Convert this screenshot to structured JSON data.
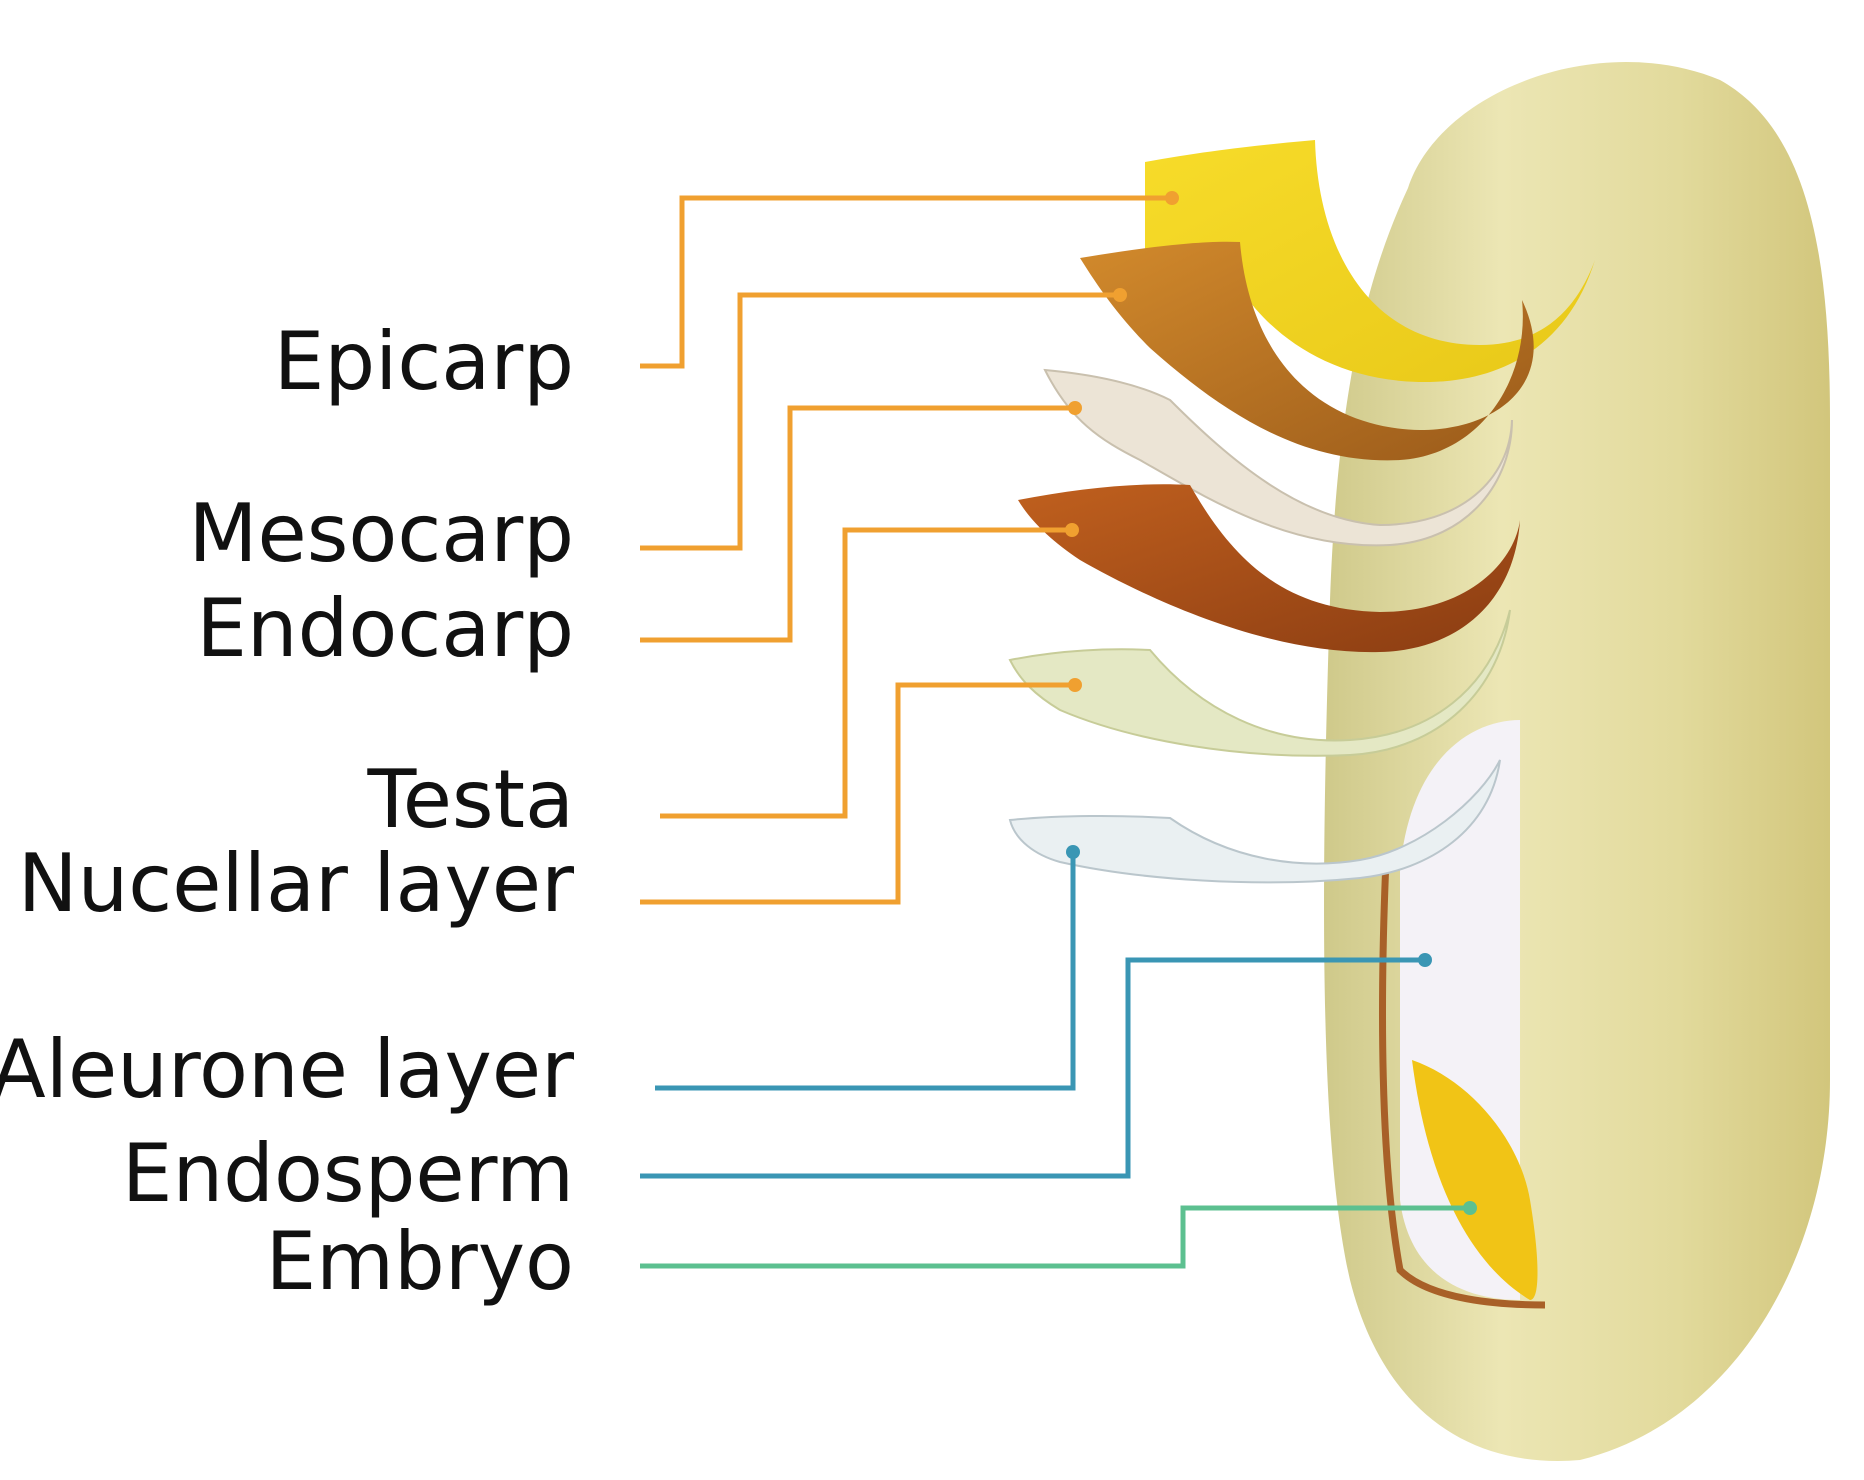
{
  "labels": [
    {
      "id": "epicarp",
      "text": "Epicarp"
    },
    {
      "id": "mesocarp",
      "text": "Mesocarp"
    },
    {
      "id": "endocarp",
      "text": "Endocarp"
    },
    {
      "id": "testa",
      "text": "Testa"
    },
    {
      "id": "nucellar",
      "text": "Nucellar layer"
    },
    {
      "id": "aleurone",
      "text": "Aleurone layer"
    },
    {
      "id": "endosperm",
      "text": "Endosperm"
    },
    {
      "id": "embryo",
      "text": "Embryo"
    }
  ],
  "colors": {
    "outer_layer_leader": "#f0a030",
    "inner_layer_leader": "#3a96b4",
    "embryo_leader": "#5cc090",
    "grain_body": "#e3dca0",
    "epicarp": "#f3d21e",
    "mesocarp": "#c47a26",
    "endocarp": "#b0541c",
    "testa": "#e4e8c4",
    "nucellar": "#e8eef0",
    "embryo": "#f1c416",
    "text": "#111111"
  }
}
